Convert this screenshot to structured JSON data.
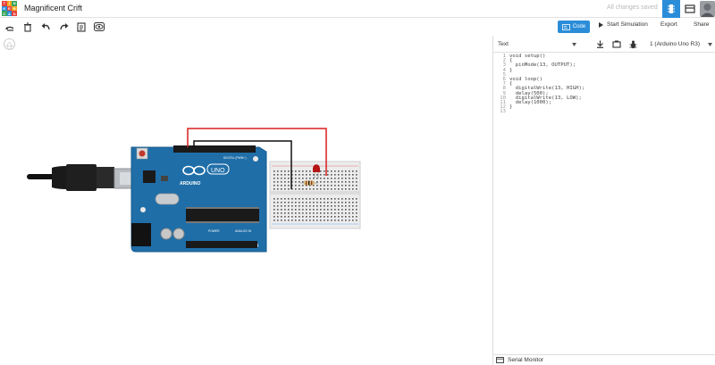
{
  "header": {
    "logo_letters": [
      "T",
      "I",
      "N",
      "K",
      "E",
      "R",
      "C",
      "A",
      "D"
    ],
    "logo_colors": [
      "#e8413c",
      "#f5a623",
      "#3ba55c",
      "#2b8dd8",
      "#e8413c",
      "#f5a623",
      "#3ba55c",
      "#2b8dd8",
      "#e8413c"
    ],
    "project_title": "Magnificent Crift",
    "save_status": "All changes saved"
  },
  "toolbar": {
    "code_label": "Code",
    "start_simulation_label": "Start Simulation",
    "export_label": "Export",
    "share_label": "Share",
    "accent": "#2b8dd8"
  },
  "code_panel": {
    "mode_select": "Text",
    "board_select": "1 (Arduino Uno R3)",
    "line_numbers": [
      "1",
      "2",
      "3",
      "4",
      "5",
      "6",
      "7",
      "8",
      "9",
      "10",
      "11",
      "12",
      "13"
    ],
    "code_lines": [
      "void setup()",
      "{",
      "  pinMode(13, OUTPUT);",
      "}",
      "",
      "void loop()",
      "{",
      "  digitalWrite(13, HIGH);",
      "  delay(500);",
      "  digitalWrite(13, LOW);",
      "  delay(1000);",
      "}",
      ""
    ],
    "serial_monitor_label": "Serial Monitor"
  },
  "board": {
    "brand": "ARDUINO",
    "model": "UNO",
    "digital_label": "DIGITAL (PWM~)",
    "power_label": "POWER",
    "analog_label": "ANALOG IN",
    "color": "#1f6ea8"
  }
}
